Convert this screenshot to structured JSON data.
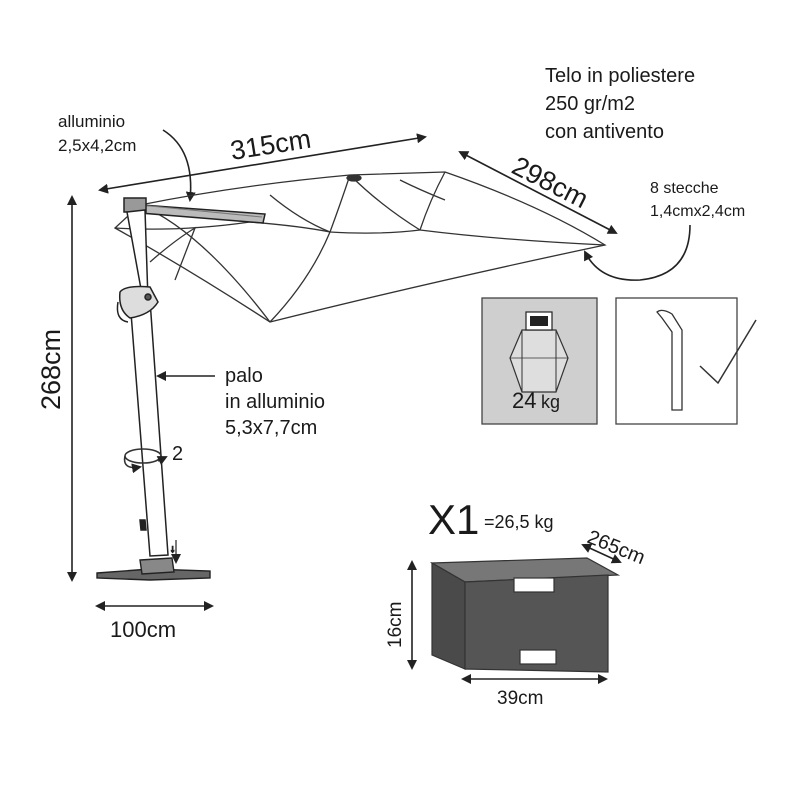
{
  "canopy": {
    "width": "315cm",
    "depth": "298cm",
    "fabric": [
      "Telo in poliestere",
      "250 gr/m2",
      "con antivento"
    ]
  },
  "arm": {
    "label": "alluminio",
    "size": "2,5x4,2cm"
  },
  "ribs": {
    "label": "8 stecche",
    "size": "1,4cmx2,4cm"
  },
  "height": "268cm",
  "pole": {
    "line1": "palo",
    "line2": "in alluminio",
    "size": "5,3x7,7cm"
  },
  "rotation": "2",
  "base_width": "100cm",
  "weight_plate": {
    "label_a": "24",
    "label_b": "kg"
  },
  "package": {
    "quantity": "X1",
    "weight": "=26,5 kg",
    "length": "265cm",
    "height": "16cm",
    "width": "39cm"
  },
  "colors": {
    "line": "#2a2a2a",
    "box": "#555555",
    "inset": "#cfcfcf"
  }
}
